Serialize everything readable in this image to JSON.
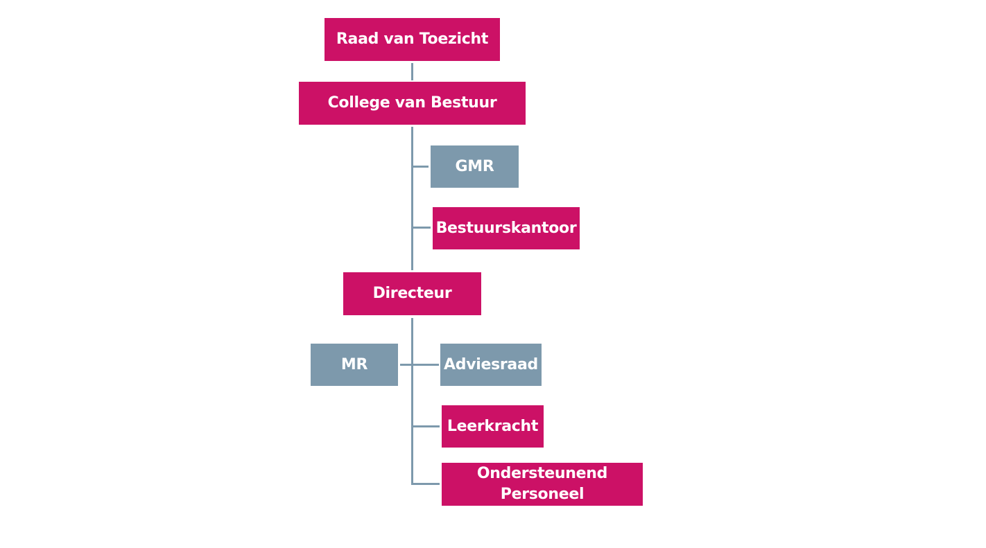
{
  "colors": {
    "primary_node": "#CC1166",
    "secondary_node": "#7D99AC",
    "connector": "#7D99AC",
    "text": "#FFFFFF"
  },
  "nodes": {
    "raad_van_toezicht": {
      "label": "Raad van Toezicht",
      "style": "primary"
    },
    "college_van_bestuur": {
      "label": "College van Bestuur",
      "style": "primary"
    },
    "gmr": {
      "label": "GMR",
      "style": "secondary"
    },
    "bestuurskantoor": {
      "label": "Bestuurskantoor",
      "style": "primary"
    },
    "directeur": {
      "label": "Directeur",
      "style": "primary"
    },
    "mr": {
      "label": "MR",
      "style": "secondary"
    },
    "adviesraad": {
      "label": "Adviesraad",
      "style": "secondary"
    },
    "leerkracht": {
      "label": "Leerkracht",
      "style": "primary"
    },
    "ondersteunend_personeel": {
      "label_line1": "Ondersteunend",
      "label_line2": "Personeel",
      "style": "primary"
    }
  },
  "edges": [
    [
      "Raad van Toezicht",
      "College van Bestuur"
    ],
    [
      "College van Bestuur",
      "GMR"
    ],
    [
      "College van Bestuur",
      "Bestuurskantoor"
    ],
    [
      "College van Bestuur",
      "Directeur"
    ],
    [
      "Directeur",
      "MR"
    ],
    [
      "Directeur",
      "Adviesraad"
    ],
    [
      "Directeur",
      "Leerkracht"
    ],
    [
      "Directeur",
      "Ondersteunend Personeel"
    ]
  ]
}
